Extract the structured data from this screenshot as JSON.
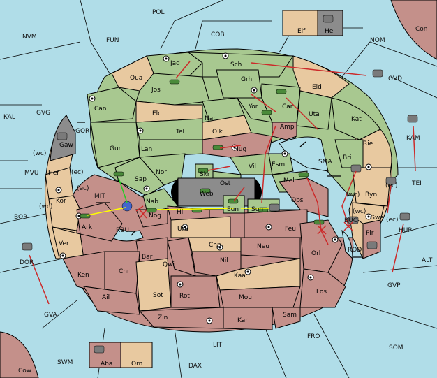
{
  "map": {
    "colors": {
      "sea": "#b0dde8",
      "green": "#a8c890",
      "tan": "#e8c9a0",
      "red": "#c4908a",
      "gray": "#8c8c8c",
      "border": "#000000",
      "order": "#cc2a2a",
      "support": "#ffff00"
    },
    "sea_labels": {
      "POL": "POL",
      "NVM": "NVM",
      "FUN": "FUN",
      "COB": "COB",
      "NOM": "NOM",
      "Con": "Con",
      "KAL": "KAL",
      "GVG": "GVG",
      "MVU": "MVU",
      "BOR": "BOR",
      "GVA": "GVA",
      "SWM": "SWM",
      "Cow": "Cow",
      "DAX": "DAX",
      "LIT": "LIT",
      "FRO": "FRO",
      "SOM": "SOM",
      "GVP": "GVP",
      "ALT": "ALT",
      "TEI": "TEI",
      "KAM": "KAM",
      "OVD": "OVD",
      "GOR": "GOR",
      "MIT": "MIT",
      "RBU": "RBU",
      "SMA": "SMA",
      "BUC": "BUC",
      "ROD": "ROD",
      "DOR": "DOR",
      "HUP": "HUP",
      "wc1": "(wc)",
      "ec1": "(ec)",
      "ec2": "(ec)",
      "wc2": "(wc)",
      "wc3": "(wc)",
      "wc4": "(wc)",
      "ec3": "(ec)",
      "ec4": "(ec)"
    },
    "land_labels": {
      "Jad": "Jad",
      "Sch": "Sch",
      "Qua": "Qua",
      "Jos": "Jos",
      "Grh": "Grh",
      "Eld": "Eld",
      "Can": "Can",
      "Yor": "Yor",
      "Car": "Car",
      "Uta": "Uta",
      "Elc": "Elc",
      "Nar": "Nar",
      "Kat": "Kat",
      "Tel": "Tel",
      "Olk": "Olk",
      "Amp": "Amp",
      "Gur": "Gur",
      "Lan": "Lan",
      "Hug": "Hug",
      "Rie": "Rie",
      "Gaw": "Gaw",
      "Vil": "Vil",
      "Esm": "Esm",
      "Bri": "Bri",
      "Nor": "Nor",
      "Skr": "Skr",
      "Her": "Her",
      "Sap": "Sap",
      "Web": "Web",
      "Ost": "Ost",
      "Mel": "Mel",
      "Byn": "Byn",
      "Kor": "Kor",
      "Nab": "Nab",
      "Obs": "Obs",
      "Eun": "Eun",
      "Sun": "Sun",
      "Gwa": "Gwa",
      "Ark": "Ark",
      "Hil": "Hil",
      "Nog": "Nog",
      "Pir": "Pir",
      "Uru": "Uru",
      "Feu": "Feu",
      "Ver": "Ver",
      "Chp": "Chp",
      "Neu": "Neu",
      "Orl": "Orl",
      "Bar": "Bar",
      "Qwi": "Qwi",
      "Nil": "Nil",
      "Ken": "Ken",
      "Chr": "Chr",
      "Kaa": "Kaa",
      "Ail": "Ail",
      "Sot": "Sot",
      "Rot": "Rot",
      "Mou": "Mou",
      "Los": "Los",
      "Zin": "Zin",
      "Kar": "Kar",
      "Sam": "Sam",
      "Elf": "Elf",
      "Hel": "Hel",
      "Aba": "Aba",
      "Orn": "Orn"
    }
  }
}
